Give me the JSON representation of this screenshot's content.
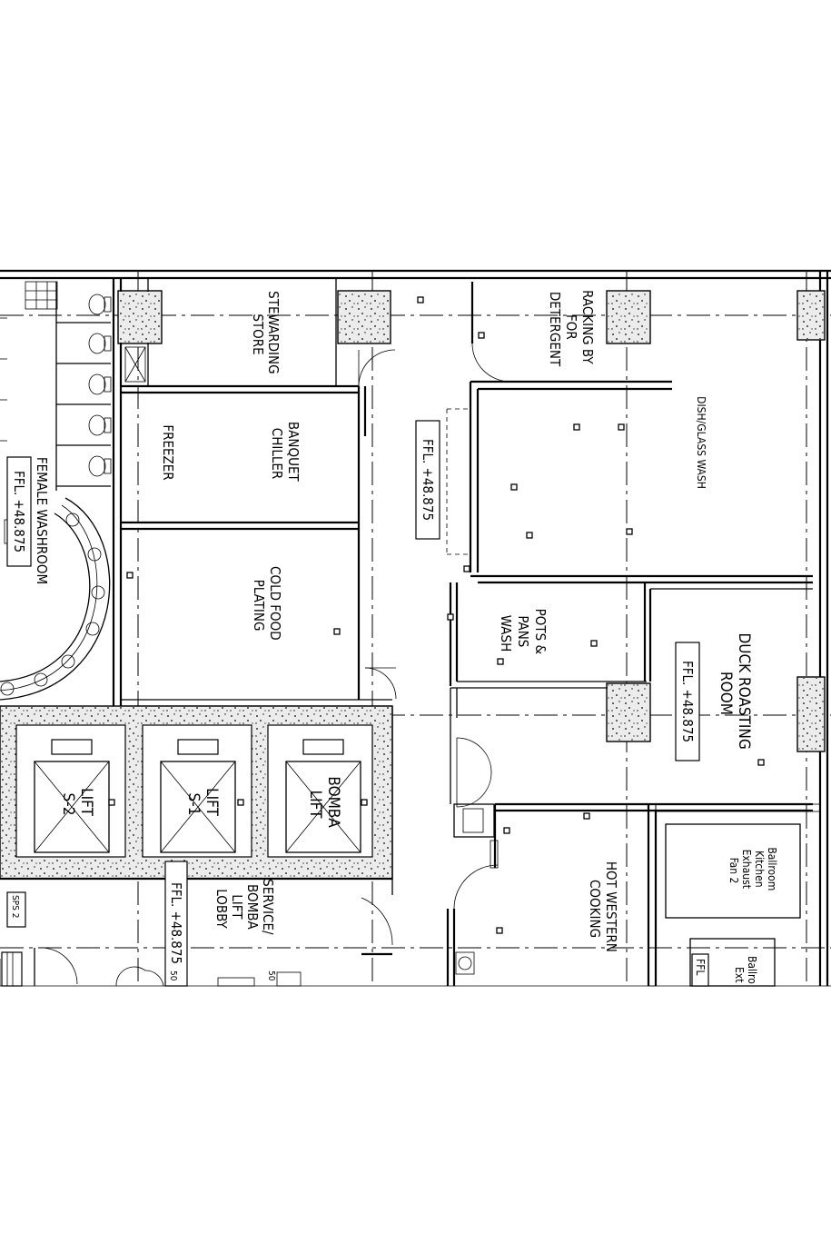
{
  "rooms": {
    "stewarding_store": [
      "STEWARDING",
      "STORE"
    ],
    "racking_detergent": [
      "RACKING BY",
      "FOR",
      "DETERGENT"
    ],
    "dish_glass_wash": "DISH/GLASS WASH",
    "banquet_chiller": [
      "BANQUET",
      "CHILLER"
    ],
    "freezer": "FREEZER",
    "female_washroom": "FEMALE WASHROOM",
    "cold_food_plating": [
      "COLD FOOD",
      "PLATING"
    ],
    "pots_pans_wash": [
      "POTS &",
      "PANS",
      "WASH"
    ],
    "duck_roasting_room": [
      "DUCK ROASTING",
      "ROOM"
    ],
    "lift_s2": [
      "LIFT",
      "S-2"
    ],
    "lift_s1": [
      "LIFT",
      "S-1"
    ],
    "bomba_lift": [
      "BOMBA",
      "LIFT"
    ],
    "service_lobby": [
      "SERVICE/",
      "BOMBA",
      "LIFT",
      "LOBBY"
    ],
    "hot_western_cooking": [
      "HOT WESTERN",
      "COOKING"
    ],
    "exhaust_fan_2": [
      "Ballroom",
      "Kitchen",
      "Exhaust",
      "Fan 2"
    ],
    "exhaust_partial": [
      "Ballro",
      "Ext"
    ]
  },
  "levels": {
    "level_label": "FFL. +48.875",
    "level_partial": "FFL"
  },
  "tags": {
    "sps": "SPS 2",
    "tag_50a": "50",
    "tag_50b": "50"
  }
}
